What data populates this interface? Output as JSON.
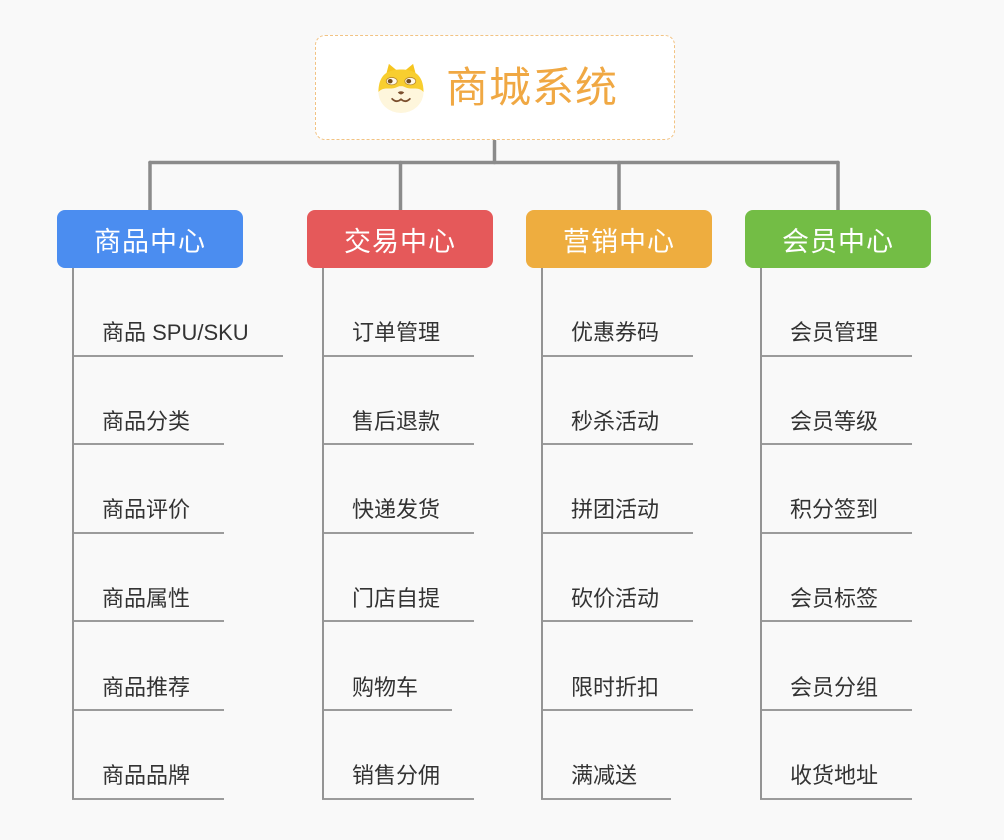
{
  "root": {
    "title": "商城系统",
    "icon": "shiba-dog-icon",
    "text_color": "#f0a843",
    "border_color": "#f2c383"
  },
  "connector_color": "#8b8b8b",
  "branches": [
    {
      "label": "商品中心",
      "color": "#4b8df0",
      "items": [
        "商品 SPU/SKU",
        "商品分类",
        "商品评价",
        "商品属性",
        "商品推荐",
        "商品品牌"
      ]
    },
    {
      "label": "交易中心",
      "color": "#e5595a",
      "items": [
        "订单管理",
        "售后退款",
        "快递发货",
        "门店自提",
        "购物车",
        "销售分佣"
      ]
    },
    {
      "label": "营销中心",
      "color": "#eead3f",
      "items": [
        "优惠券码",
        "秒杀活动",
        "拼团活动",
        "砍价活动",
        "限时折扣",
        "满减送"
      ]
    },
    {
      "label": "会员中心",
      "color": "#73bd45",
      "items": [
        "会员管理",
        "会员等级",
        "积分签到",
        "会员标签",
        "会员分组",
        "收货地址"
      ]
    }
  ]
}
